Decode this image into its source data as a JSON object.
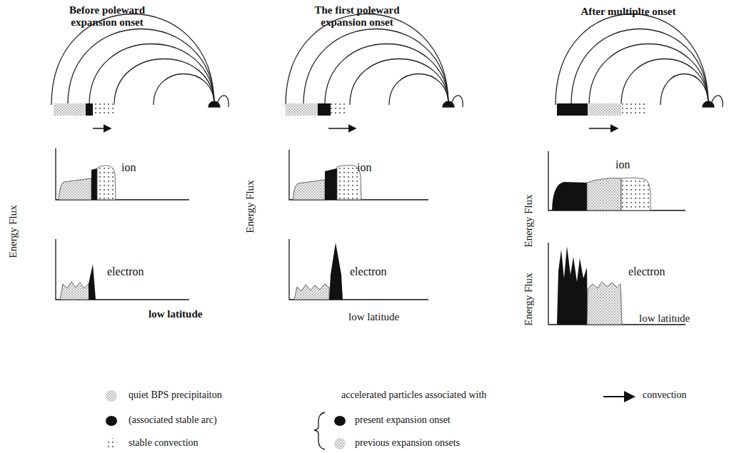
{
  "diagram": {
    "labels": [
      "Before poleward expansion onset",
      "The first poleward expansion onset",
      "After multiplte onset",
      "ion",
      "Energy Flux",
      "electron",
      "low latitude",
      "ion",
      "Energy Flux",
      "electron",
      "low latitude",
      "ion",
      "Energy Flux",
      "Energy Flux",
      "electron",
      "low latitude",
      "accelerated particles associated with"
    ],
    "legend": [
      {
        "text": "quiet BPS precipitaiton"
      },
      {
        "text": "(associated stable arc)",
        "color": "#111111"
      },
      {
        "text": "stable convection"
      },
      {
        "text": "present expansion onset",
        "color": "#111111"
      },
      {
        "text": "previous expansion onsets"
      },
      {
        "text": "convection"
      }
    ]
  }
}
